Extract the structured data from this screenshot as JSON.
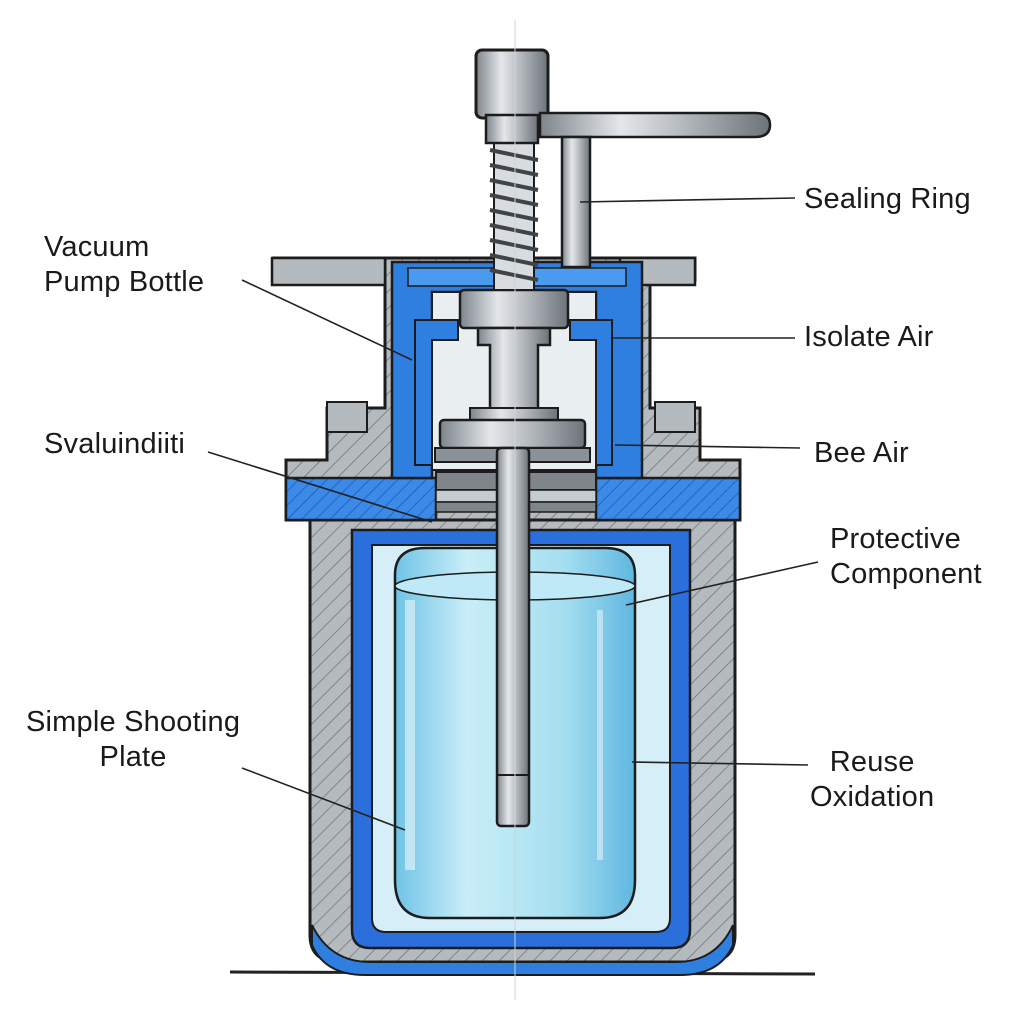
{
  "labels": {
    "sealing_ring": "Sealing Ring",
    "vacuum_pump_bottle": [
      "Vacuum",
      "Pump Bottle"
    ],
    "isolate_air": "Isolate Air",
    "svaluindiiti": "Svaluindiiti",
    "bee_air": "Bee Air",
    "protective_component": [
      "Protective",
      "Component"
    ],
    "simple_shooting_plate": [
      "Simple Shooting",
      "Plate"
    ],
    "reuse_oxidation": [
      "Reuse",
      "Oxidation"
    ]
  },
  "colors": {
    "steel": "#a9aeb3",
    "steel_dark": "#6f767c",
    "blue": "#2f7fe0",
    "blue_dark": "#1a3fc4",
    "water": "#9fdcf0",
    "outline": "#1c1c1c"
  }
}
